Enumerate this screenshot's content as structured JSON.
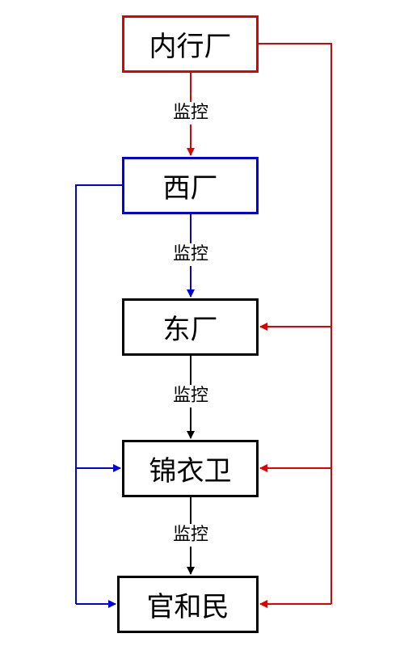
{
  "nodes": {
    "neixingchang": {
      "label": "内行厂",
      "color": "#e00000"
    },
    "xichang": {
      "label": "西厂",
      "color": "#0000e0"
    },
    "dongchang": {
      "label": "东厂",
      "color": "#000000"
    },
    "jinyiwei": {
      "label": "锦衣卫",
      "color": "#000000"
    },
    "guanhemin": {
      "label": "官和民",
      "color": "#000000"
    }
  },
  "edges": [
    {
      "from": "内行厂",
      "to": "西厂",
      "label": "监控",
      "color": "#e00000"
    },
    {
      "from": "西厂",
      "to": "东厂",
      "label": "监控",
      "color": "#0000e0"
    },
    {
      "from": "东厂",
      "to": "锦衣卫",
      "label": "监控",
      "color": "#000000"
    },
    {
      "from": "锦衣卫",
      "to": "官和民",
      "label": "监控",
      "color": "#000000"
    },
    {
      "from": "内行厂",
      "to": "东厂",
      "label": "",
      "color": "#e00000"
    },
    {
      "from": "内行厂",
      "to": "锦衣卫",
      "label": "",
      "color": "#e00000"
    },
    {
      "from": "内行厂",
      "to": "官和民",
      "label": "",
      "color": "#e00000"
    },
    {
      "from": "西厂",
      "to": "锦衣卫",
      "label": "",
      "color": "#0000e0"
    },
    {
      "from": "西厂",
      "to": "官和民",
      "label": "",
      "color": "#0000e0"
    }
  ]
}
